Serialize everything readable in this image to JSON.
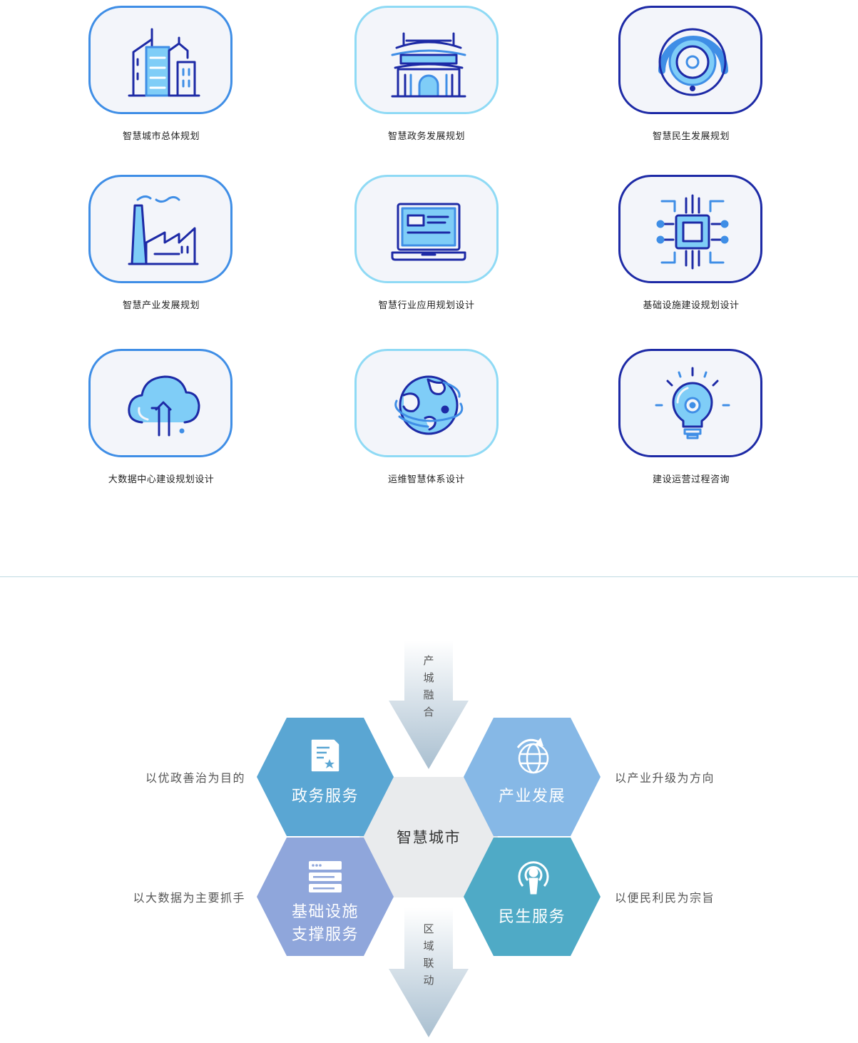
{
  "services": [
    {
      "label": "智慧城市总体规划",
      "icon": "city-buildings-icon"
    },
    {
      "label": "智慧政务发展规划",
      "icon": "government-building-icon"
    },
    {
      "label": "智慧民生发展规划",
      "icon": "camera-lens-icon"
    },
    {
      "label": "智慧产业发展规划",
      "icon": "factory-icon"
    },
    {
      "label": "智慧行业应用规划设计",
      "icon": "laptop-icon"
    },
    {
      "label": "基础设施建设规划设计",
      "icon": "chip-icon"
    },
    {
      "label": "大数据中心建设规划设计",
      "icon": "cloud-upload-icon"
    },
    {
      "label": "运维智慧体系设计",
      "icon": "globe-icon"
    },
    {
      "label": "建设运营过程咨询",
      "icon": "light-bulb-icon"
    }
  ],
  "diagram": {
    "center": "智慧城市",
    "top_arrow": [
      "产",
      "城",
      "融",
      "合"
    ],
    "bottom_arrow": [
      "区",
      "域",
      "联",
      "动"
    ],
    "hexes": {
      "gov": {
        "line1": "政务服务",
        "line2": "",
        "color": "#5aa6d3",
        "icon": "document-star-icon"
      },
      "industry": {
        "line1": "产业发展",
        "line2": "",
        "color": "#86b8e6",
        "icon": "globe-arrow-icon"
      },
      "infra": {
        "line1": "基础设施",
        "line2": "支撑服务",
        "color": "#8fa6db",
        "icon": "server-icon"
      },
      "livelihood": {
        "line1": "民生服务",
        "line2": "",
        "color": "#4faac6",
        "icon": "podcast-icon"
      }
    },
    "side_texts": {
      "top_left": "以优政善治为目的",
      "top_right": "以产业升级为方向",
      "bottom_left": "以大数据为主要抓手",
      "bottom_right": "以便民利民为宗旨"
    }
  }
}
